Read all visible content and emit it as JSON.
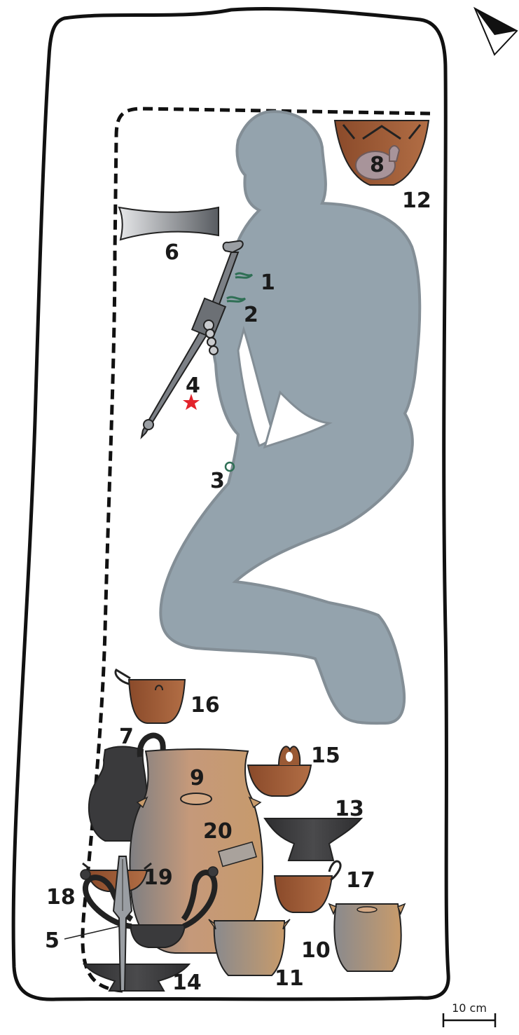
{
  "plan": {
    "labels": {
      "l1": "1",
      "l2": "2",
      "l3": "3",
      "l4": "4",
      "l5": "5",
      "l6": "6",
      "l7": "7",
      "l8": "8",
      "l9": "9",
      "l10": "10",
      "l11": "11",
      "l12": "12",
      "l13": "13",
      "l14": "14",
      "l15": "15",
      "l16": "16",
      "l17": "17",
      "l18": "18",
      "l19": "19",
      "l20": "20"
    },
    "scale_label": "10 cm"
  },
  "colors": {
    "skeleton": "#94a3ad",
    "skeleton_edge": "#838e96",
    "outline": "#111111",
    "iron": "#777b80",
    "black_ware": "#3a3a3c",
    "brown_ware": "#9a5a35",
    "buff_ware": "#c79a70",
    "bronze": "#2f6f55",
    "marker": "#e3232b"
  }
}
